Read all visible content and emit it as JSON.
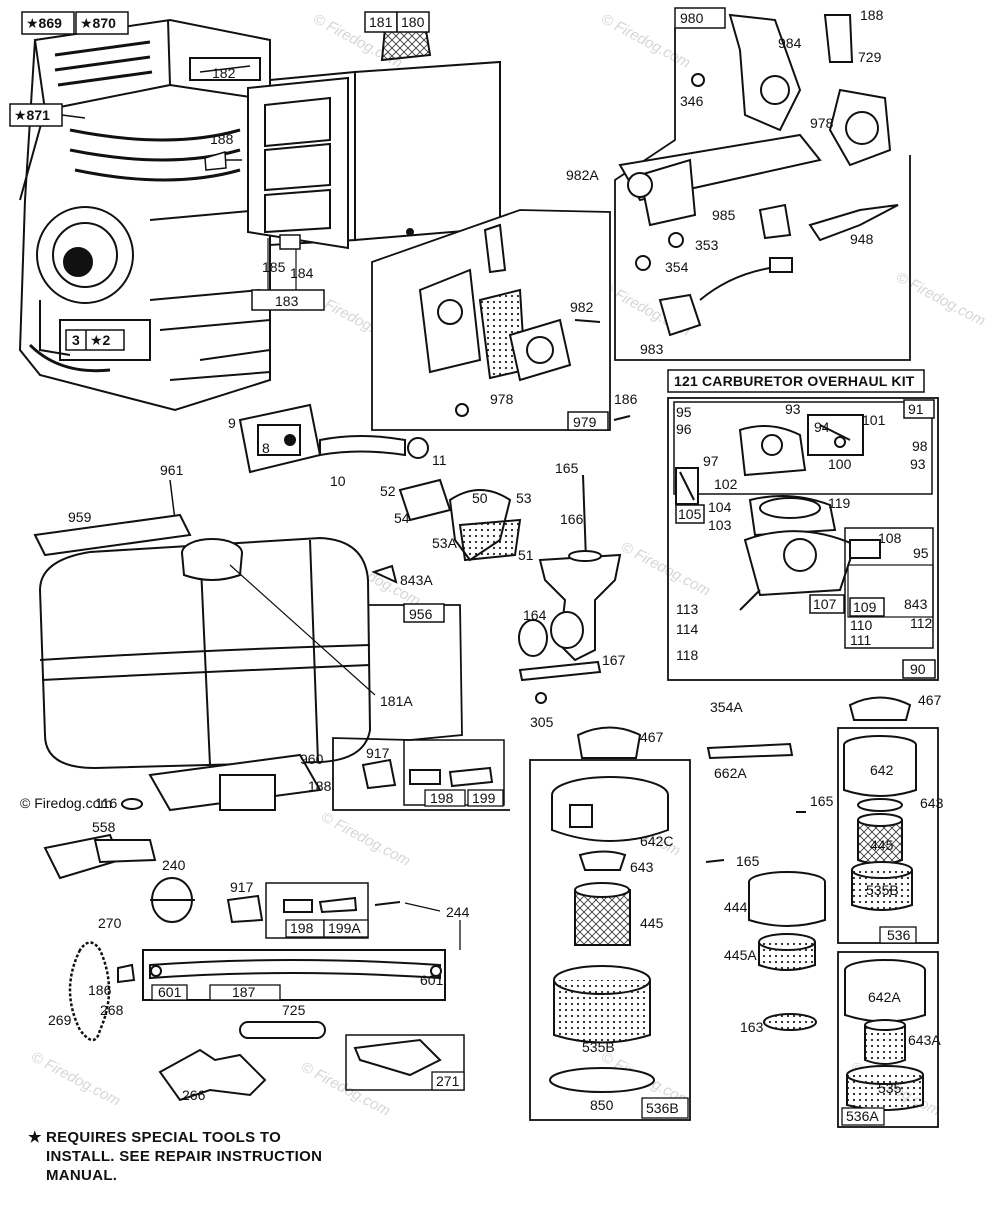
{
  "watermark": {
    "text": "Firedog.com",
    "copyright_text": "© Firedog.com"
  },
  "kit": {
    "number": "121",
    "title": "CARBURETOR OVERHAUL KIT"
  },
  "star_labels": [
    "★869",
    "★870",
    "★871",
    "★2"
  ],
  "labels": {
    "p3": "3",
    "p9": "9",
    "p8": "8",
    "p10": "10",
    "p11": "11",
    "p90": "90",
    "p91": "91",
    "p93": "93",
    "p93b": "93",
    "p94": "94",
    "p95": "95",
    "p95b": "95",
    "p96": "96",
    "p97": "97",
    "p98": "98",
    "p100": "100",
    "p101": "101",
    "p102": "102",
    "p103": "103",
    "p104": "104",
    "p105": "105",
    "p107": "107",
    "p108": "108",
    "p109": "109",
    "p110": "110",
    "p111": "111",
    "p112": "112",
    "p113": "113",
    "p114": "114",
    "p116": "116",
    "p118": "118",
    "p119": "119",
    "p163": "163",
    "p164": "164",
    "p165a": "165",
    "p165b": "165",
    "p165c": "165",
    "p166": "166",
    "p167": "167",
    "p180": "180",
    "p181": "181",
    "p181A": "181A",
    "p182": "182",
    "p183": "183",
    "p184": "184",
    "p185": "185",
    "p186a": "186",
    "p186b": "186",
    "p187": "187",
    "p188a": "188",
    "p188b": "188",
    "p188c": "188",
    "p198a": "198",
    "p198b": "198",
    "p199": "199",
    "p199A": "199A",
    "p240": "240",
    "p244": "244",
    "p266": "266",
    "p268": "268",
    "p269": "269",
    "p270": "270",
    "p271": "271",
    "p305": "305",
    "p346": "346",
    "p353": "353",
    "p354": "354",
    "p354A": "354A",
    "p445a": "445",
    "p445b": "445",
    "p445A": "445A",
    "p444": "444",
    "p467a": "467",
    "p467b": "467",
    "p50": "50",
    "p51": "51",
    "p52": "52",
    "p53": "53",
    "p53A": "53A",
    "p54": "54",
    "p535": "535",
    "p535B": "535B",
    "p535Bb": "535B",
    "p536": "536",
    "p536A": "536A",
    "p536B": "536B",
    "p558": "558",
    "p601a": "601",
    "p601b": "601",
    "p642": "642",
    "p642A": "642A",
    "p642C": "642C",
    "p643a": "643",
    "p643b": "643",
    "p643A": "643A",
    "p662A": "662A",
    "p725": "725",
    "p729": "729",
    "p843": "843",
    "p843A": "843A",
    "p850": "850",
    "p917a": "917",
    "p917b": "917",
    "p948": "948",
    "p956": "956",
    "p959": "959",
    "p960": "960",
    "p961": "961",
    "p978a": "978",
    "p978b": "978",
    "p979": "979",
    "p980": "980",
    "p982": "982",
    "p982A": "982A",
    "p983": "983",
    "p984": "984",
    "p985": "985"
  },
  "footnote": {
    "star": "★",
    "line1": "REQUIRES SPECIAL TOOLS TO",
    "line2": "INSTALL. SEE REPAIR INSTRUCTION",
    "line3": "MANUAL."
  }
}
